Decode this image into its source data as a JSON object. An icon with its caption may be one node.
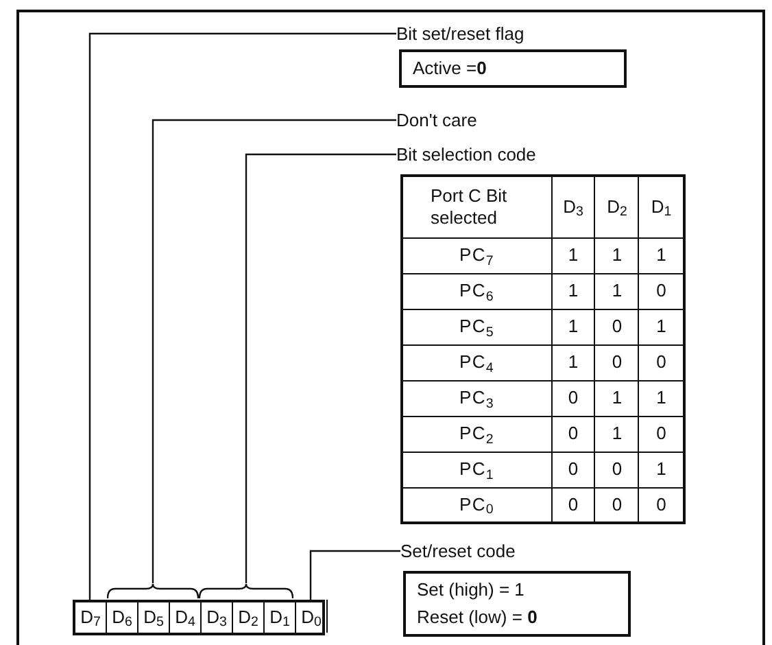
{
  "diagram": {
    "nodes": [
      {
        "text": [
          "Bit set/reset flag"
        ]
      },
      {
        "text": [
          "Active =**0**"
        ]
      },
      {
        "text": [
          "Don't care"
        ]
      },
      {
        "text": [
          "Bit selection code"
        ]
      },
      {
        "text": [
          "Set/reset code"
        ]
      },
      {
        "text": [
          "Set (high) = 1",
          "Reset (low) = **0**"
        ]
      },
      {
        "text": [],
        "shape": "box"
      },
      {
        "text": [
          "D$_{7}$"
        ],
        "in": 6
      },
      {
        "text": [
          "D$_{6}$"
        ],
        "in": 6
      },
      {
        "text": [
          "D$_{5}$"
        ],
        "in": 6
      },
      {
        "text": [
          "D$_{4}$"
        ],
        "in": 6
      },
      {
        "text": [
          "D$_{3}$"
        ],
        "in": 6
      },
      {
        "text": [
          "D$_{2}$"
        ],
        "in": 6
      },
      {
        "text": [
          "D$_{1}$"
        ],
        "in": 6
      },
      {
        "text": [
          "D$_{0}$"
        ],
        "in": 6
      },
      {
        "text": [],
        "shape": "brace"
      },
      {
        "text": [],
        "shape": "brace"
      }
    ],
    "edges": [
      {
        "from": 0,
        "to": 7,
        "arrow": "none"
      },
      {
        "from": 2,
        "to": 15,
        "arrow": "none"
      },
      {
        "from": 3,
        "to": 16,
        "arrow": "none"
      },
      {
        "from": 4,
        "to": 14,
        "arrow": "none"
      }
    ],
    "labels": [
      "Port C Bit selected",
      "D$_{3}$",
      "D$_{2}$",
      "D$_{1}$",
      "PC$_{7}$",
      "1",
      "1",
      "1",
      "PC$_{6}$",
      "1",
      "1",
      "0",
      "PC$_{5}$",
      "1",
      "0",
      "1",
      "PC$_{4}$",
      "1",
      "0",
      "0",
      "PC$_{3}$",
      "0",
      "1",
      "1",
      "PC$_{2}$",
      "0",
      "1",
      "0",
      "PC$_{1}$",
      "0",
      "0",
      "1",
      "PC$_{0}$",
      "0",
      "0",
      "0"
    ]
  }
}
